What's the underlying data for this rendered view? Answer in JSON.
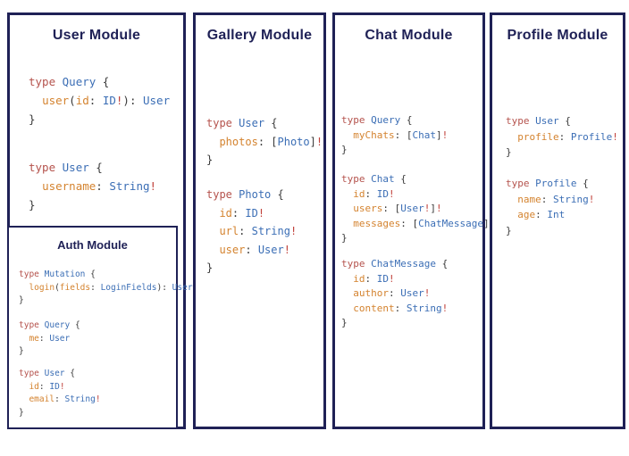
{
  "colors": {
    "navy": "#1f2156",
    "keyword": "#b5534d",
    "typename": "#3b6eb5",
    "field": "#d4832f",
    "bang": "#c1413a",
    "punct": "#3a3a3a"
  },
  "panels": [
    {
      "title": "User Module",
      "blocks": [
        [
          [
            [
              "k",
              "type"
            ],
            [
              "p",
              " "
            ],
            [
              "t",
              "Query"
            ],
            [
              "p",
              " {"
            ]
          ],
          [
            [
              "p",
              "  "
            ],
            [
              "f",
              "user"
            ],
            [
              "p",
              "("
            ],
            [
              "f",
              "id"
            ],
            [
              "p",
              ": "
            ],
            [
              "t",
              "ID"
            ],
            [
              "b",
              "!"
            ],
            [
              "p",
              "): "
            ],
            [
              "t",
              "User"
            ]
          ],
          [
            [
              "p",
              "}"
            ]
          ]
        ],
        [
          [
            [
              "k",
              "type"
            ],
            [
              "p",
              " "
            ],
            [
              "t",
              "User"
            ],
            [
              "p",
              " {"
            ]
          ],
          [
            [
              "p",
              "  "
            ],
            [
              "f",
              "username"
            ],
            [
              "p",
              ": "
            ],
            [
              "t",
              "String"
            ],
            [
              "b",
              "!"
            ]
          ],
          [
            [
              "p",
              "}"
            ]
          ]
        ]
      ]
    },
    {
      "title": "Gallery Module",
      "blocks": [
        [
          [
            [
              "k",
              "type"
            ],
            [
              "p",
              " "
            ],
            [
              "t",
              "User"
            ],
            [
              "p",
              " {"
            ]
          ],
          [
            [
              "p",
              "  "
            ],
            [
              "f",
              "photos"
            ],
            [
              "p",
              ": ["
            ],
            [
              "t",
              "Photo"
            ],
            [
              "p",
              "]"
            ],
            [
              "b",
              "!"
            ]
          ],
          [
            [
              "p",
              "}"
            ]
          ]
        ],
        [
          [
            [
              "k",
              "type"
            ],
            [
              "p",
              " "
            ],
            [
              "t",
              "Photo"
            ],
            [
              "p",
              " {"
            ]
          ],
          [
            [
              "p",
              "  "
            ],
            [
              "f",
              "id"
            ],
            [
              "p",
              ": "
            ],
            [
              "t",
              "ID"
            ],
            [
              "b",
              "!"
            ]
          ],
          [
            [
              "p",
              "  "
            ],
            [
              "f",
              "url"
            ],
            [
              "p",
              ": "
            ],
            [
              "t",
              "String"
            ],
            [
              "b",
              "!"
            ]
          ],
          [
            [
              "p",
              "  "
            ],
            [
              "f",
              "user"
            ],
            [
              "p",
              ": "
            ],
            [
              "t",
              "User"
            ],
            [
              "b",
              "!"
            ]
          ],
          [
            [
              "p",
              "}"
            ]
          ]
        ]
      ]
    },
    {
      "title": "Chat Module",
      "blocks": [
        [
          [
            [
              "k",
              "type"
            ],
            [
              "p",
              " "
            ],
            [
              "t",
              "Query"
            ],
            [
              "p",
              " {"
            ]
          ],
          [
            [
              "p",
              "  "
            ],
            [
              "f",
              "myChats"
            ],
            [
              "p",
              ": ["
            ],
            [
              "t",
              "Chat"
            ],
            [
              "p",
              "]"
            ],
            [
              "b",
              "!"
            ]
          ],
          [
            [
              "p",
              "}"
            ]
          ]
        ],
        [
          [
            [
              "k",
              "type"
            ],
            [
              "p",
              " "
            ],
            [
              "t",
              "Chat"
            ],
            [
              "p",
              " {"
            ]
          ],
          [
            [
              "p",
              "  "
            ],
            [
              "f",
              "id"
            ],
            [
              "p",
              ": "
            ],
            [
              "t",
              "ID"
            ],
            [
              "b",
              "!"
            ]
          ],
          [
            [
              "p",
              "  "
            ],
            [
              "f",
              "users"
            ],
            [
              "p",
              ": ["
            ],
            [
              "t",
              "User"
            ],
            [
              "b",
              "!"
            ],
            [
              "p",
              "]"
            ],
            [
              "b",
              "!"
            ]
          ],
          [
            [
              "p",
              "  "
            ],
            [
              "f",
              "messages"
            ],
            [
              "p",
              ": ["
            ],
            [
              "t",
              "ChatMessage"
            ],
            [
              "p",
              "]"
            ],
            [
              "b",
              "!"
            ]
          ],
          [
            [
              "p",
              "}"
            ]
          ]
        ],
        [
          [
            [
              "k",
              "type"
            ],
            [
              "p",
              " "
            ],
            [
              "t",
              "ChatMessage"
            ],
            [
              "p",
              " {"
            ]
          ],
          [
            [
              "p",
              "  "
            ],
            [
              "f",
              "id"
            ],
            [
              "p",
              ": "
            ],
            [
              "t",
              "ID"
            ],
            [
              "b",
              "!"
            ]
          ],
          [
            [
              "p",
              "  "
            ],
            [
              "f",
              "author"
            ],
            [
              "p",
              ": "
            ],
            [
              "t",
              "User"
            ],
            [
              "b",
              "!"
            ]
          ],
          [
            [
              "p",
              "  "
            ],
            [
              "f",
              "content"
            ],
            [
              "p",
              ": "
            ],
            [
              "t",
              "String"
            ],
            [
              "b",
              "!"
            ]
          ],
          [
            [
              "p",
              "}"
            ]
          ]
        ]
      ]
    },
    {
      "title": "Profile Module",
      "blocks": [
        [
          [
            [
              "k",
              "type"
            ],
            [
              "p",
              " "
            ],
            [
              "t",
              "User"
            ],
            [
              "p",
              " {"
            ]
          ],
          [
            [
              "p",
              "  "
            ],
            [
              "f",
              "profile"
            ],
            [
              "p",
              ": "
            ],
            [
              "t",
              "Profile"
            ],
            [
              "b",
              "!"
            ]
          ],
          [
            [
              "p",
              "}"
            ]
          ]
        ],
        [
          [
            [
              "k",
              "type"
            ],
            [
              "p",
              " "
            ],
            [
              "t",
              "Profile"
            ],
            [
              "p",
              " {"
            ]
          ],
          [
            [
              "p",
              "  "
            ],
            [
              "f",
              "name"
            ],
            [
              "p",
              ": "
            ],
            [
              "t",
              "String"
            ],
            [
              "b",
              "!"
            ]
          ],
          [
            [
              "p",
              "  "
            ],
            [
              "f",
              "age"
            ],
            [
              "p",
              ": "
            ],
            [
              "t",
              "Int"
            ]
          ],
          [
            [
              "p",
              "}"
            ]
          ]
        ]
      ]
    }
  ],
  "auth": {
    "title": "Auth Module",
    "blocks": [
      [
        [
          [
            "k",
            "type"
          ],
          [
            "p",
            " "
          ],
          [
            "t",
            "Mutation"
          ],
          [
            "p",
            " {"
          ]
        ],
        [
          [
            "p",
            "  "
          ],
          [
            "f",
            "login"
          ],
          [
            "p",
            "("
          ],
          [
            "f",
            "fields"
          ],
          [
            "p",
            ": "
          ],
          [
            "t",
            "LoginFields"
          ],
          [
            "p",
            "): "
          ],
          [
            "t",
            "User"
          ]
        ],
        [
          [
            "p",
            "}"
          ]
        ]
      ],
      [
        [
          [
            "k",
            "type"
          ],
          [
            "p",
            " "
          ],
          [
            "t",
            "Query"
          ],
          [
            "p",
            " {"
          ]
        ],
        [
          [
            "p",
            "  "
          ],
          [
            "f",
            "me"
          ],
          [
            "p",
            ": "
          ],
          [
            "t",
            "User"
          ]
        ],
        [
          [
            "p",
            "}"
          ]
        ]
      ],
      [
        [
          [
            "k",
            "type"
          ],
          [
            "p",
            " "
          ],
          [
            "t",
            "User"
          ],
          [
            "p",
            " {"
          ]
        ],
        [
          [
            "p",
            "  "
          ],
          [
            "f",
            "id"
          ],
          [
            "p",
            ": "
          ],
          [
            "t",
            "ID"
          ],
          [
            "b",
            "!"
          ]
        ],
        [
          [
            "p",
            "  "
          ],
          [
            "f",
            "email"
          ],
          [
            "p",
            ": "
          ],
          [
            "t",
            "String"
          ],
          [
            "b",
            "!"
          ]
        ],
        [
          [
            "p",
            "}"
          ]
        ]
      ]
    ]
  }
}
